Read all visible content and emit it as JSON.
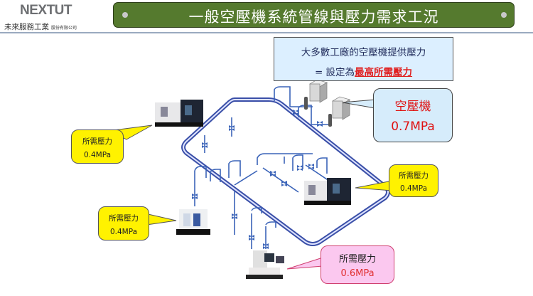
{
  "logo": {
    "brand": "NEXTUT",
    "company": "未來服務工業",
    "suffix": "股份有限公司"
  },
  "title": "一般空壓機系統管線與壓力需求工況",
  "info_box": {
    "line1": "大多數工廠的空壓機提供壓力",
    "line2_prefix": "= 設定為",
    "line2_highlight": "最高所需壓力"
  },
  "compressor": {
    "label": "空壓機",
    "pressure": "0.7MPa"
  },
  "machines": [
    {
      "label": "所需壓力",
      "pressure": "0.4MPa"
    },
    {
      "label": "所需壓力",
      "pressure": "0.4MPa"
    },
    {
      "label": "所需壓力",
      "pressure": "0.4MPa"
    },
    {
      "label": "所需壓力",
      "pressure": "0.6MPa"
    }
  ],
  "colors": {
    "title_bg": "#557a2e",
    "pipe": "#3a4fa8",
    "highlight": "#e02020",
    "callout_yellow": "#fff200",
    "callout_pink": "#fbc8ef",
    "callout_blue": "#d6ecfb"
  }
}
